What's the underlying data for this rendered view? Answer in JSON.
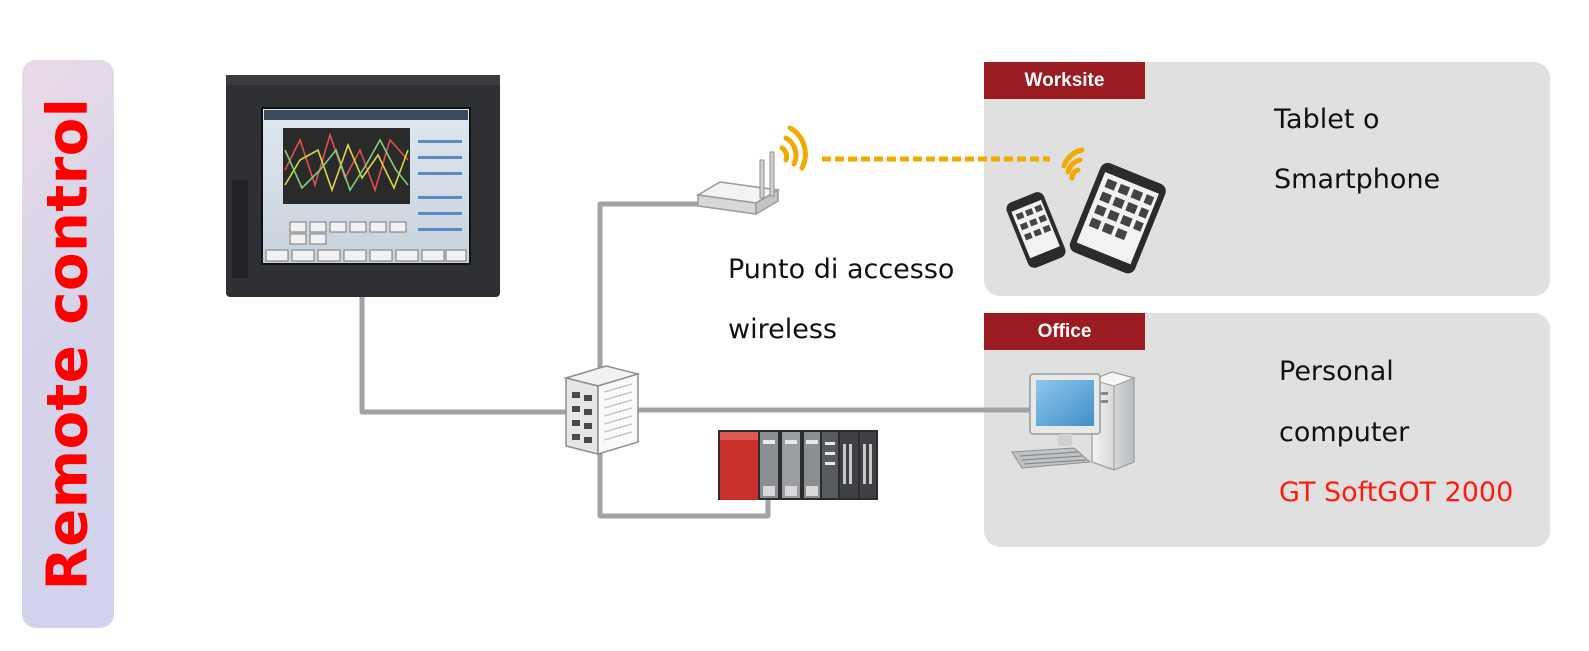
{
  "side_title": "Remote control",
  "panels": {
    "worksite": {
      "tag": "Worksite",
      "label_line1": "Tablet o",
      "label_line2": "Smartphone"
    },
    "office": {
      "tag": "Office",
      "label_line1": "Personal",
      "label_line2": "computer",
      "label_line3": "GT SoftGOT 2000"
    }
  },
  "access_point": {
    "label_line1": "Punto di accesso",
    "label_line2": "wireless"
  },
  "colors": {
    "accent_red": "#ff0000",
    "tag_red": "#9a1b20",
    "panel_gray": "#e0e0e0",
    "cable_gray": "#9ea3a8",
    "wifi_orange": "#f2a900"
  },
  "icons": [
    "hmi-touch-panel-icon",
    "wireless-access-point-icon",
    "network-switch-icon",
    "plc-rack-icon",
    "smartphone-icon",
    "tablet-icon",
    "desktop-computer-icon",
    "wifi-signal-icon"
  ]
}
